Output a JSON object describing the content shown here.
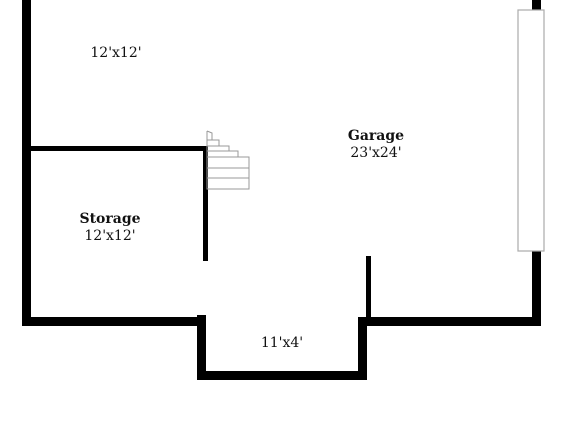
{
  "rooms": {
    "upper_left": {
      "name": "",
      "dims": "12'x12'"
    },
    "garage": {
      "name": "Garage",
      "dims": "23'x24'"
    },
    "storage": {
      "name": "Storage",
      "dims": "12'x12'"
    },
    "alcove": {
      "name": "",
      "dims": "11'x4'"
    }
  },
  "colors": {
    "wall": "#000000",
    "background": "#ffffff",
    "stairs": "#999999",
    "garage_door": "#aaaaaa"
  }
}
